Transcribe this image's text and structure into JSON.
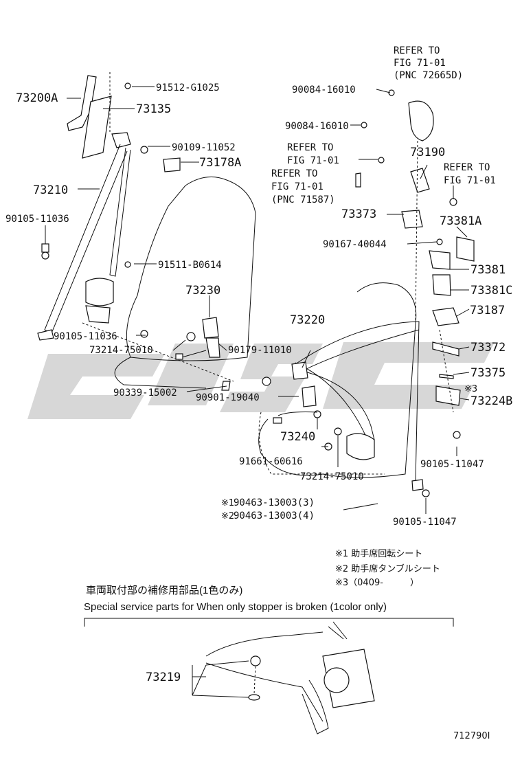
{
  "labels": {
    "p73200A": "73200A",
    "p73135": "73135",
    "p91512": "91512-G1025",
    "p90109": "90109-11052",
    "p73178A": "73178A",
    "p73210": "73210",
    "p90105_11036a": "90105-11036",
    "p91511": "91511-B0614",
    "p73230": "73230",
    "p90105_11036b": "90105-11036",
    "p73214a": "73214-75010",
    "p90179": "90179-11010",
    "p90339": "90339-15002",
    "p90901": "90901-19040",
    "p73220": "73220",
    "p73240": "73240",
    "p91661": "91661-60616",
    "p73214b": "73214-75010",
    "p90463a": "90463-13003(3)",
    "p90463b": "90463-13003(4)",
    "p90105_11047a": "90105-11047",
    "p90105_11047b": "90105-11047",
    "p90084a": "90084-16010",
    "p90084b": "90084-16010",
    "p73190": "73190",
    "p73373": "73373",
    "p73381A": "73381A",
    "p90167": "90167-40044",
    "p73381": "73381",
    "p73381C": "73381C",
    "p73187": "73187",
    "p73372": "73372",
    "p73375": "73375",
    "p73224B": "73224B",
    "p73219": "73219"
  },
  "refs": {
    "ref1_l1": "REFER TO",
    "ref1_l2": "FIG 71-01",
    "ref1_l3": "(PNC 72665D)",
    "ref2_l1": "REFER TO",
    "ref2_l2": "FIG 71-01",
    "ref3_l1": "REFER TO",
    "ref3_l2": "FIG 71-01",
    "ref3_l3": "(PNC 71587)",
    "ref4_l1": "REFER TO",
    "ref4_l2": "FIG 71-01"
  },
  "marks": {
    "m1": "※1",
    "m2": "※2",
    "m3": "※3"
  },
  "notes": {
    "n1": "※1 助手席回転シート",
    "n2": "※2 助手席タンブルシート",
    "n3": "※3（0409-　　　）"
  },
  "caption": {
    "jp": "車両取付部の補修用部品(1色のみ)",
    "en": "Special service parts for When only stopper is broken (1color only)"
  },
  "diagram_id": "712790I"
}
